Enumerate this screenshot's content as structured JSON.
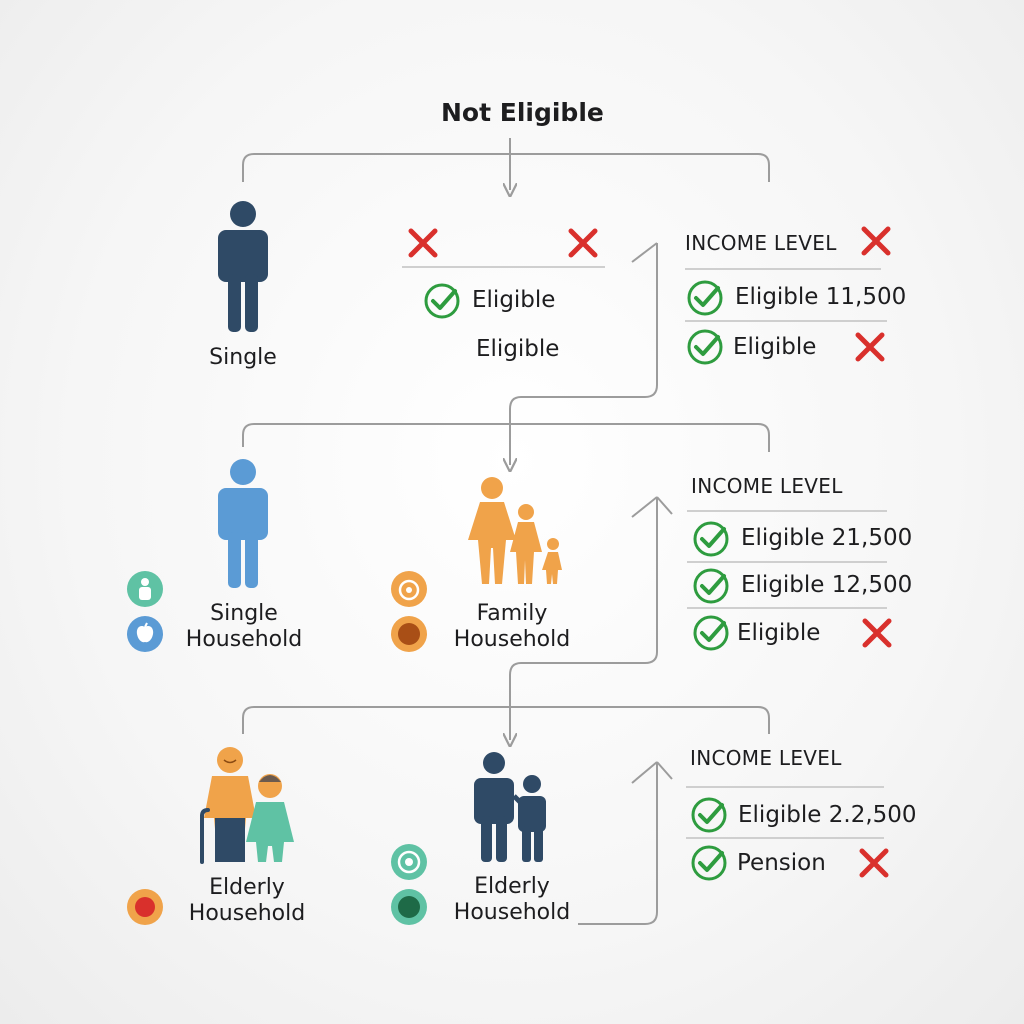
{
  "diagram": {
    "title": "Not Eligible",
    "income_label": "INCOME LEVEL",
    "colors": {
      "navy": "#2f4a66",
      "blue": "#5b9bd5",
      "orange": "#f0a34a",
      "teal": "#5fc2a4",
      "check_green": "#2e9c3f",
      "cross_red": "#d9302c",
      "connector": "#9c9c9c"
    },
    "row1": {
      "person_label": "Single",
      "middle_items": [
        "Eligible",
        "Eligible"
      ],
      "right_items": [
        "Eligible 11,500",
        "Eligible"
      ]
    },
    "row2": {
      "single_label": [
        "Single",
        "Household"
      ],
      "family_label": [
        "Family",
        "Household"
      ],
      "right_items": [
        "Eligible 21,500",
        "Eligible 12,500",
        "Eligible"
      ]
    },
    "row3": {
      "elderly_label_a": [
        "Elderly",
        "Household"
      ],
      "elderly_label_b": [
        "Elderly",
        "Household"
      ],
      "right_items": [
        "Eligible 2.2,500",
        "Pension"
      ]
    }
  }
}
